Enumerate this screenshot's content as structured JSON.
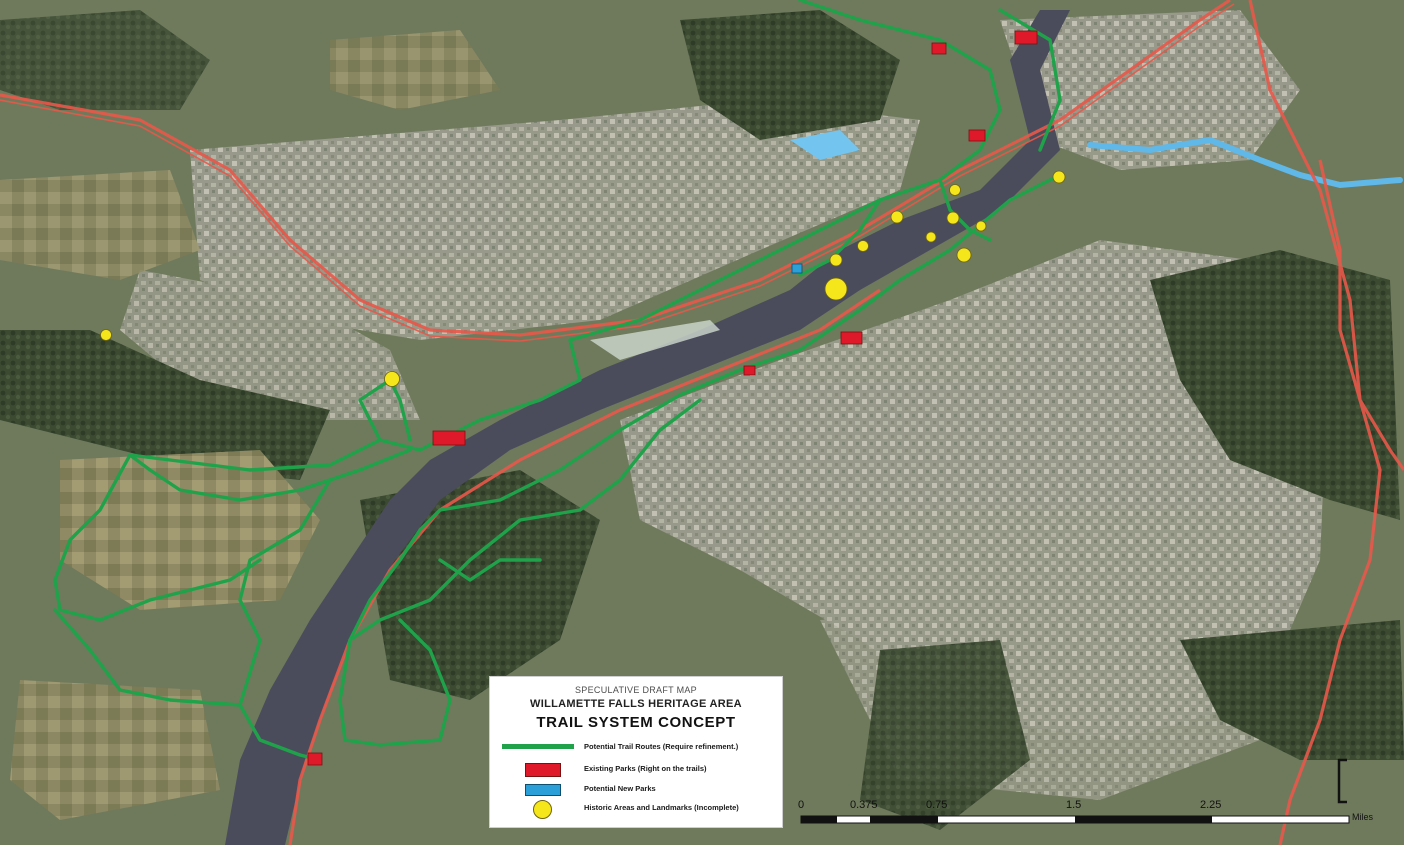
{
  "legend": {
    "subtitle": "SPECULATIVE DRAFT MAP",
    "area_name": "WILLAMETTE FALLS HERITAGE AREA",
    "title": "TRAIL SYSTEM CONCEPT",
    "items": [
      {
        "label": "Potential Trail Routes  (Require refinement.)",
        "color": "#1fa24a",
        "symbol": "line"
      },
      {
        "label": "Existing Parks (Right on the trails)",
        "color": "#e0192a",
        "symbol": "rectangle"
      },
      {
        "label": "Potential New Parks",
        "color": "#2a9fd8",
        "symbol": "rectangle"
      },
      {
        "label": "Historic Areas and Landmarks  (Incomplete)",
        "color": "#f5e51b",
        "symbol": "circle"
      }
    ]
  },
  "scale_bar": {
    "labels": [
      "0",
      "0.375",
      "0.75",
      "1.5",
      "2.25"
    ],
    "values": [
      0,
      0.375,
      0.75,
      1.5,
      2.25,
      3
    ],
    "unit": "Miles"
  },
  "colors": {
    "trail": "#1fa24a",
    "park": "#e0192a",
    "new_park": "#2a9fd8",
    "landmark": "#f5e51b",
    "highway": "#e8584a",
    "river": "#4a4c5c",
    "creek": "#5fb8e8",
    "land": "#6f7a5c"
  }
}
